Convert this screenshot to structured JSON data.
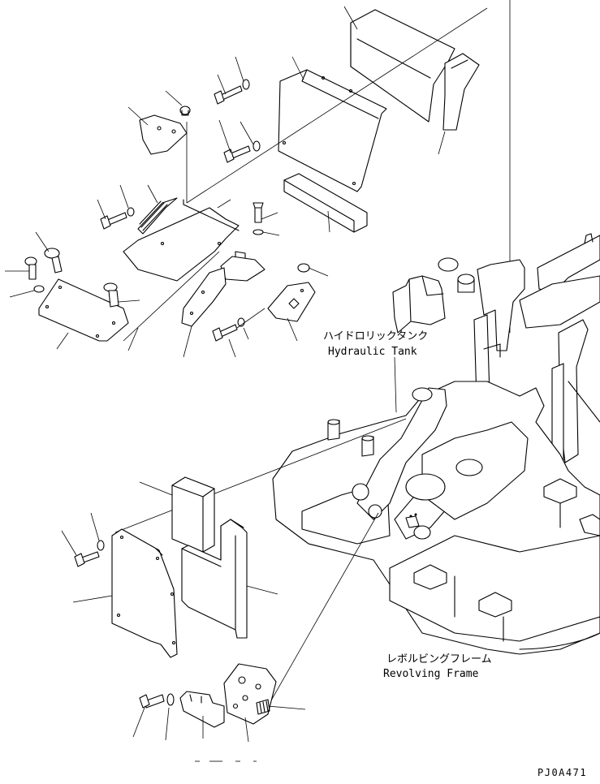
{
  "labels": {
    "hydraulic_tank_jp": "ハイドロリックタンク",
    "hydraulic_tank_en": "Hydraulic Tank",
    "revolving_frame_jp": "レボルビングフレーム",
    "revolving_frame_en": "Revolving Frame",
    "drawing_code": "PJ0A471"
  }
}
